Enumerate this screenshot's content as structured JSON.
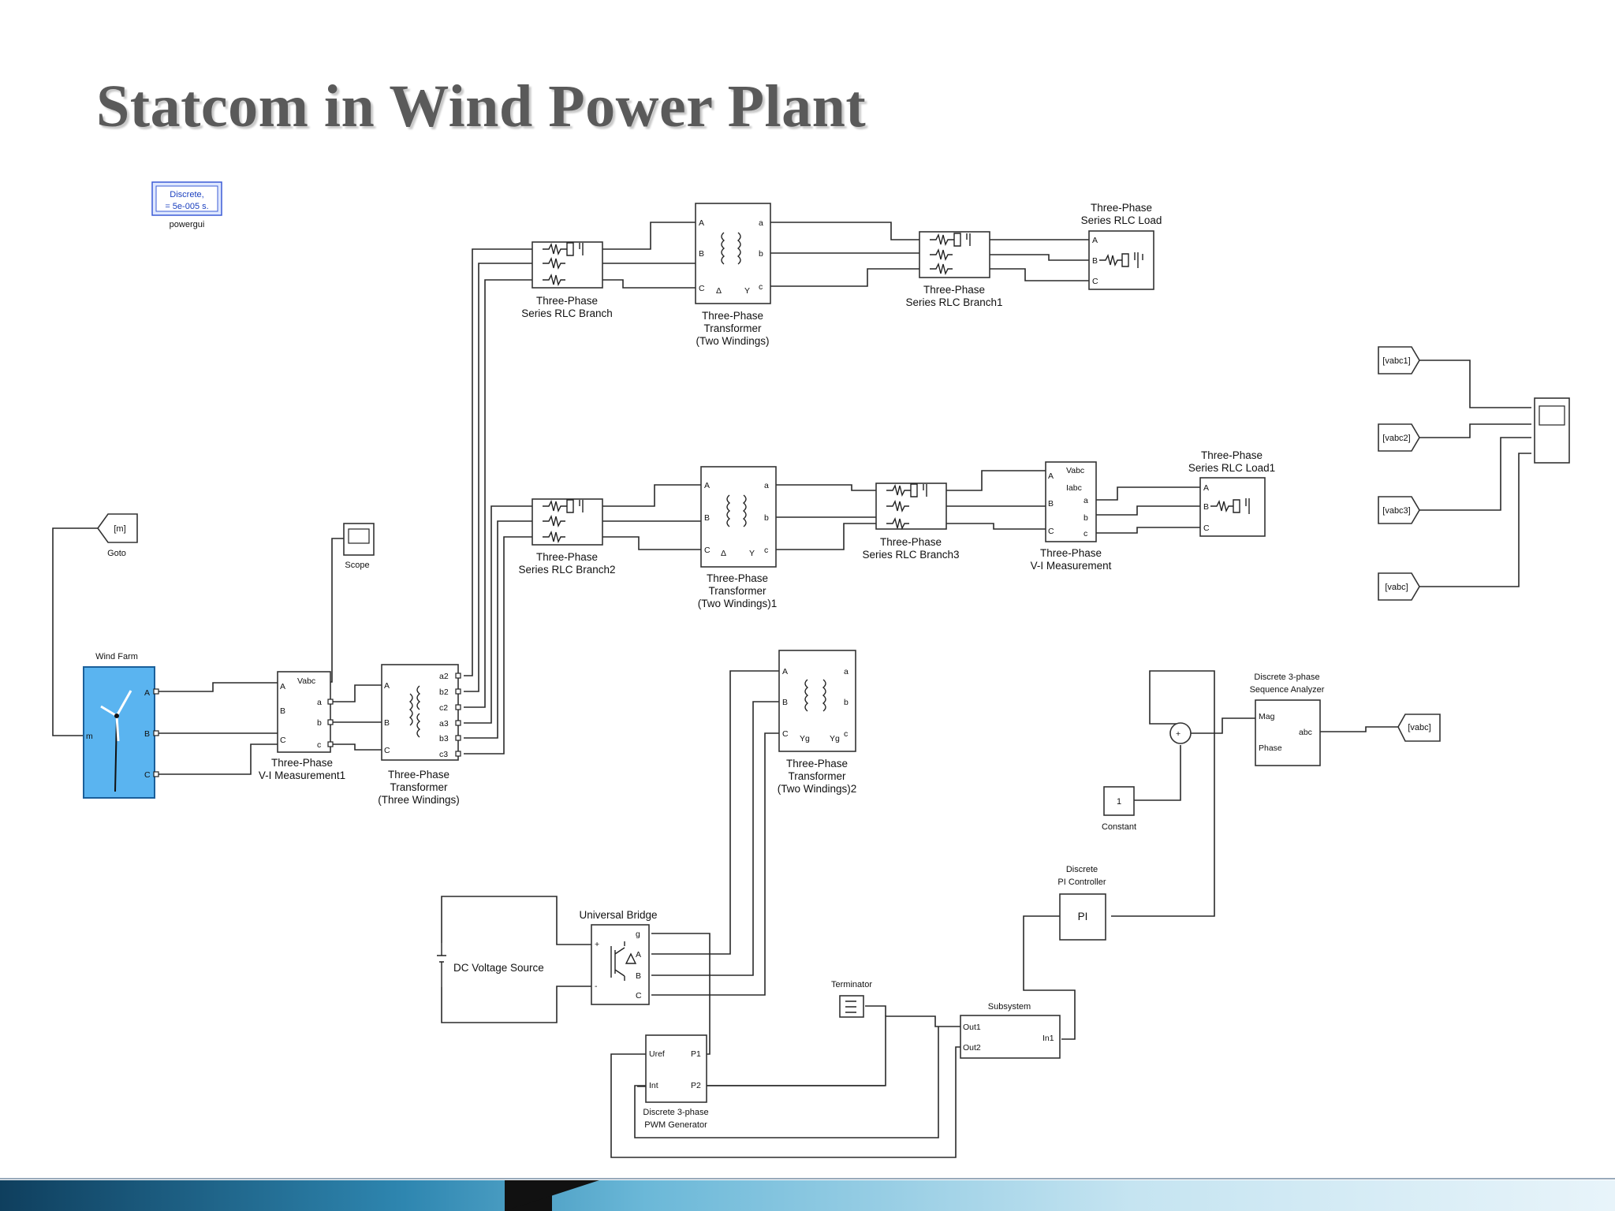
{
  "title": "Statcom in Wind Power Plant",
  "powergui": {
    "line1": "Discrete,",
    "line2": "= 5e-005 s.",
    "name": "powergui"
  },
  "goto": {
    "tag": "[m]",
    "name": "Goto"
  },
  "scope_main": {
    "name": "Scope"
  },
  "wind_farm": {
    "name": "Wind Farm",
    "port_A": "A",
    "port_B": "B",
    "port_C": "C",
    "port_m": "m"
  },
  "vi_meas1": {
    "name_line1": "Three-Phase",
    "name_line2": "V-I Measurement1",
    "p_vabc": "Vabc",
    "p_A": "A",
    "p_B": "B",
    "p_C": "C",
    "p_a": "a",
    "p_b": "b",
    "p_c": "c"
  },
  "xfmr3w": {
    "name_line1": "Three-Phase",
    "name_line2": "Transformer",
    "name_line3": "(Three Windings)",
    "p_A": "A",
    "p_B": "B",
    "p_C": "C",
    "p_a2": "a2",
    "p_b2": "b2",
    "p_c2": "c2",
    "p_a3": "a3",
    "p_b3": "b3",
    "p_c3": "c3"
  },
  "rlc_branch": {
    "name_line1": "Three-Phase",
    "name_line2": "Series RLC Branch"
  },
  "rlc_branch1": {
    "name_line1": "Three-Phase",
    "name_line2": "Series RLC Branch1"
  },
  "rlc_branch2": {
    "name_line1": "Three-Phase",
    "name_line2": "Series RLC Branch2"
  },
  "rlc_branch3": {
    "name_line1": "Three-Phase",
    "name_line2": "Series RLC Branch3"
  },
  "rlc_load": {
    "name_line1": "Three-Phase",
    "name_line2": "Series RLC Load"
  },
  "rlc_load1": {
    "name_line1": "Three-Phase",
    "name_line2": "Series RLC Load1"
  },
  "xfmr2w": {
    "name_line1": "Three-Phase",
    "name_line2": "Transformer",
    "name_line3": "(Two Windings)"
  },
  "xfmr2w1": {
    "name_line1": "Three-Phase",
    "name_line2": "Transformer",
    "name_line3": "(Two Windings)1"
  },
  "xfmr2w2": {
    "name_line1": "Three-Phase",
    "name_line2": "Transformer",
    "name_line3": "(Two Windings)2"
  },
  "vi_meas": {
    "name_line1": "Three-Phase",
    "name_line2": "V-I Measurement",
    "p_vabc": "Vabc",
    "p_iabc": "Iabc"
  },
  "from_tags": [
    "[vabc1]",
    "[vabc2]",
    "[vabc3]",
    "[vabc]"
  ],
  "from_vabc": "[vabc]",
  "seq_analyzer": {
    "name_line1": "Discrete 3-phase",
    "name_line2": "Sequence Analyzer",
    "p_mag": "Mag",
    "p_phase": "Phase",
    "p_abc": "abc"
  },
  "constant": {
    "value": "1",
    "name": "Constant"
  },
  "pi_ctrl": {
    "name_line1": "Discrete",
    "name_line2": "PI Controller",
    "text": "PI"
  },
  "subsystem": {
    "name": "Subsystem",
    "p_out1": "Out1",
    "p_out2": "Out2",
    "p_in1": "In1"
  },
  "terminator": {
    "name": "Terminator"
  },
  "universal_bridge": {
    "name": "Universal Bridge",
    "p_g": "g",
    "p_A": "A",
    "p_B": "B",
    "p_C": "C",
    "p_plus": "+",
    "p_minus": "-"
  },
  "dc_source": {
    "name": "DC Voltage Source"
  },
  "pwm": {
    "name_line1": "Discrete 3-phase",
    "name_line2": "PWM Generator",
    "p_uref": "Uref",
    "p_int": "Int",
    "p_p1": "P1",
    "p_p2": "P2"
  },
  "colors": {
    "wind_farm_fill": "#5ab4f0",
    "title_color": "#5a5a5a",
    "powergui_text": "#1a3fbf"
  }
}
